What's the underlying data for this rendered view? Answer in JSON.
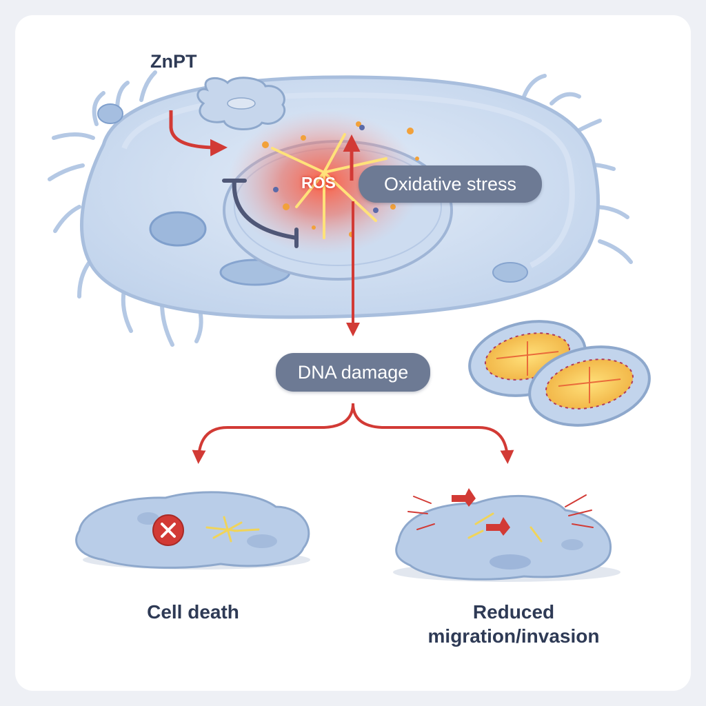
{
  "diagram": {
    "agent_label": "ZnPT",
    "ros_label": "ROS",
    "stress_label": "Oxidative stress",
    "dna_label": "DNA damage",
    "outcomes": [
      {
        "label": "Cell death"
      },
      {
        "label_line1": "Reduced",
        "label_line2": "migration/invasion"
      }
    ]
  },
  "colors": {
    "arrow_red": "#d23a35",
    "pill_gray": "#6d7a94",
    "cell_blue": "#bcd0ea",
    "text_dark": "#2e3a55"
  }
}
